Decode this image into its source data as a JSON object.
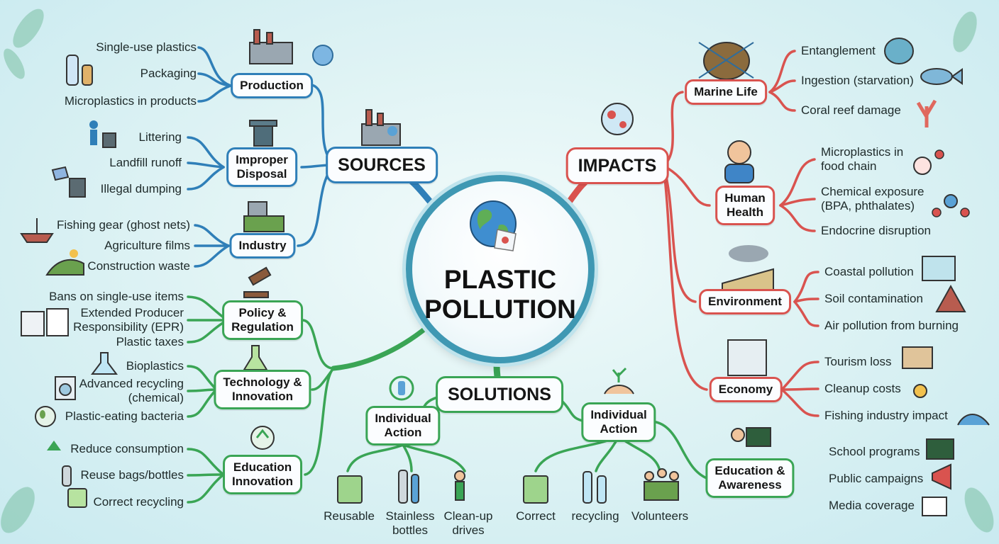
{
  "center": {
    "title": "PLASTIC\nPOLLUTION"
  },
  "sources": {
    "label": "SOURCES",
    "groups": [
      {
        "label": "Production",
        "items": [
          "Single-use plastics",
          "Packaging",
          "Microplastics in products"
        ]
      },
      {
        "label": "Improper\nDisposal",
        "items": [
          "Littering",
          "Landfill runoff",
          "Illegal dumping"
        ]
      },
      {
        "label": "Industry",
        "items": [
          "Fishing gear (ghost nets)",
          "Agriculture films",
          "Construction waste"
        ]
      }
    ]
  },
  "impacts": {
    "label": "IMPACTS",
    "groups": [
      {
        "label": "Marine Life",
        "items": [
          "Entanglement",
          "Ingestion (starvation)",
          "Coral reef damage"
        ]
      },
      {
        "label": "Human\nHealth",
        "items": [
          "Microplastics in\nfood chain",
          "Chemical exposure\n(BPA, phthalates)",
          "Endocrine disruption"
        ]
      },
      {
        "label": "Environment",
        "items": [
          "Coastal pollution",
          "Soil contamination",
          "Air pollution from burning"
        ]
      },
      {
        "label": "Economy",
        "items": [
          "Tourism loss",
          "Cleanup costs",
          "Fishing industry impact"
        ]
      },
      {
        "label": "Education &\nAwareness",
        "items": [
          "School programs",
          "Public campaigns",
          "Media coverage"
        ]
      }
    ]
  },
  "solutions": {
    "label": "SOLUTIONS",
    "left_groups": [
      {
        "label": "Policy &\nRegulation",
        "items": [
          "Bans on single-use items",
          "Extended Producer\nResponsibility (EPR)",
          "Plastic taxes"
        ]
      },
      {
        "label": "Technology &\nInnovation",
        "items": [
          "Bioplastics",
          "Advanced recycling\n(chemical)",
          "Plastic-eating bacteria"
        ]
      },
      {
        "label": "Education\nInnovation",
        "items": [
          "Reduce consumption",
          "Reuse bags/bottles",
          "Correct recycling"
        ]
      }
    ],
    "bottom_groups": [
      {
        "label": "Individual\nAction",
        "items": [
          "Reusable",
          "Stainless\nbottles",
          "Clean-up\ndrives"
        ]
      },
      {
        "label": "Individual\nAction",
        "items": [
          "Correct",
          "recycling",
          "Volunteers"
        ]
      }
    ]
  },
  "colors": {
    "sources": "#2f7fb8",
    "impacts": "#d9534f",
    "solutions": "#3aa555",
    "center_ring": "#3f98b3"
  },
  "icons": {
    "center": "globe-with-plastic-bag-icon",
    "sources": "factory-icon",
    "impacts": "microplastic-globe-icon",
    "solutions": "recycling-hands-icon"
  }
}
